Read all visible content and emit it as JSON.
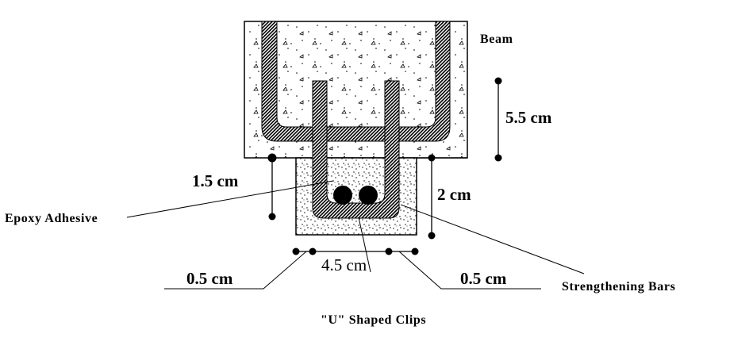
{
  "diagram": {
    "title": "Beam strengthening with U-shaped clips cross-section",
    "labels": {
      "beam": "Beam",
      "beam_reinforcement_depth": "5.5 cm",
      "jacket_offset": "1.5 cm",
      "jacket_height": "2 cm",
      "epoxy": "Epoxy Adhesive",
      "clip_width": "4.5 cm",
      "cover_left": "0.5 cm",
      "cover_right": "0.5 cm",
      "strengthening_bars": "Strengthening Bars",
      "u_clips": "\"U\" Shaped Clips"
    },
    "colors": {
      "line": "#000000",
      "background": "#ffffff",
      "steel_hatch": "#000000"
    }
  }
}
